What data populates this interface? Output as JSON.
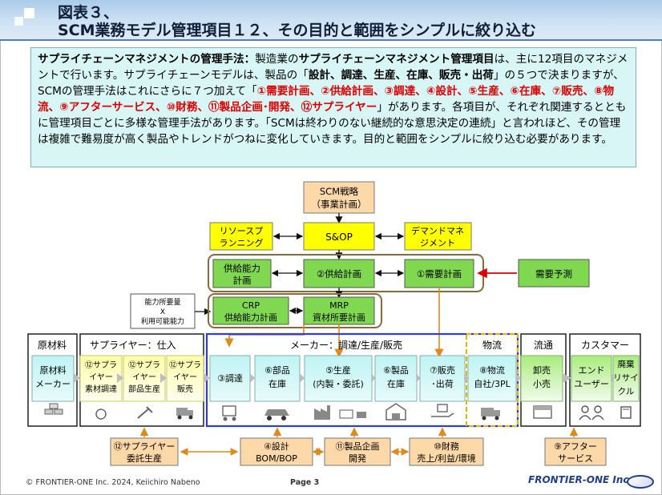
{
  "header": {
    "line1": "図表３、",
    "line2": "SCM業務モデル管理項目１２、その目的と範囲をシンプルに絞り込む"
  },
  "intro": {
    "p1": "サプライチェーンマネジメントの管理手法：",
    "p2": "製造業の",
    "p3": "サプライチェーンマネジメント管理項目",
    "p4": "は、主に12項目のマネジメントで行います。サプライチェーンモデルは、製品の「",
    "p5": "設計、調達、生産、在庫、販売・出荷",
    "p6": "」の５つで決まりますが、SCMの管理手法はこれにさらに７つ加えて「",
    "p7": "①需要計画、②供給計画、③調達、④設計、⑤生産、⑥在庫、⑦販売、⑧物流、⑨アフターサービス、⑩財務、⑪製品企画･開発、⑫サプライヤー",
    "p8": "」があります。各項目が、それぞれ関連するとともに管理項目ごとに多様な管理手法があります。「SCMは終わりのない継続的な意思決定の連続」と言われほど、その管理は複雑で難易度が高く製品やトレンドがつねに変化していきます。目的と範囲をシンプルに絞り込む必要があります。"
  },
  "diagram": {
    "scm_strategy": [
      "SCM戦略",
      "（事業計画）"
    ],
    "resource_planning": [
      "リソースプ",
      "ランニング"
    ],
    "sop": "S&OP",
    "demand_management": [
      "デマンドマネ",
      "ジメント"
    ],
    "supply_capacity_plan": [
      "供給能力",
      "計画"
    ],
    "supply_plan": "②供給計画",
    "demand_plan": "①需要計画",
    "demand_forecast": "需要予測",
    "capacity_note": [
      "能力所要量",
      "X",
      "利用可能能力"
    ],
    "crp": [
      "CRP",
      "供給能力計画"
    ],
    "mrp": [
      "MRP",
      "資材所要計画"
    ],
    "sections": {
      "raw_material": "原材料",
      "supplier": "サプライヤー：仕入",
      "maker": "メーカー：調達/生産/販売",
      "logistics": "物流",
      "distribution": "流通",
      "customer": "カスタマー"
    },
    "cells": {
      "raw_maker": [
        "原材料",
        "メーカー"
      ],
      "sup_consign": [
        "⑫サプラ",
        "イヤー",
        "素材調達"
      ],
      "sup_parts": [
        "⑫サプラ",
        "イヤー",
        "部品生産"
      ],
      "sup_sales": [
        "⑫サプラ",
        "イヤー",
        "販売"
      ],
      "procure": "③調達",
      "parts_stock": [
        "⑥部品",
        "在庫"
      ],
      "production": [
        "⑤生産",
        "(内製・委託)"
      ],
      "product_stock": [
        "⑥製品",
        "在庫"
      ],
      "sales_ship": [
        "⑦販売",
        "･出荷"
      ],
      "logistics_cell": [
        "⑧物流",
        "自社/3PL"
      ],
      "wholesale": [
        "卸売",
        "小売"
      ],
      "end_user": [
        "エンド",
        "ユーザー"
      ],
      "disposal": [
        "廃棄",
        "リサイ",
        "クル"
      ]
    },
    "bottom": {
      "sup_consign": [
        "⑫サプライヤー",
        "委託生産"
      ],
      "design": [
        "④設計",
        "BOM/BOP"
      ],
      "planning": [
        "⑪製品企画",
        "開発"
      ],
      "finance": [
        "⑩財務",
        "売上/利益/環境"
      ],
      "after": [
        "⑨アフター",
        "サービス"
      ]
    }
  },
  "footer": {
    "copyright": "© FRONTIER-ONE Inc. 2024,  Keiichiro  Nabeno",
    "page": "Page 3",
    "logo": "FRONTIER-ONE Inc."
  },
  "colors": {
    "header_bg": "#cfe2f3",
    "intro_bg": "#d9f6f6",
    "orange_box": "#fdd8a8",
    "yellow_box": "#ffff00",
    "green_box": "#7fd84f",
    "plan_frame": "#8b6a3a",
    "maker_frame": "#2d3be0",
    "arrow_red": "#e00000",
    "accent_orange": "#e08a1a"
  }
}
